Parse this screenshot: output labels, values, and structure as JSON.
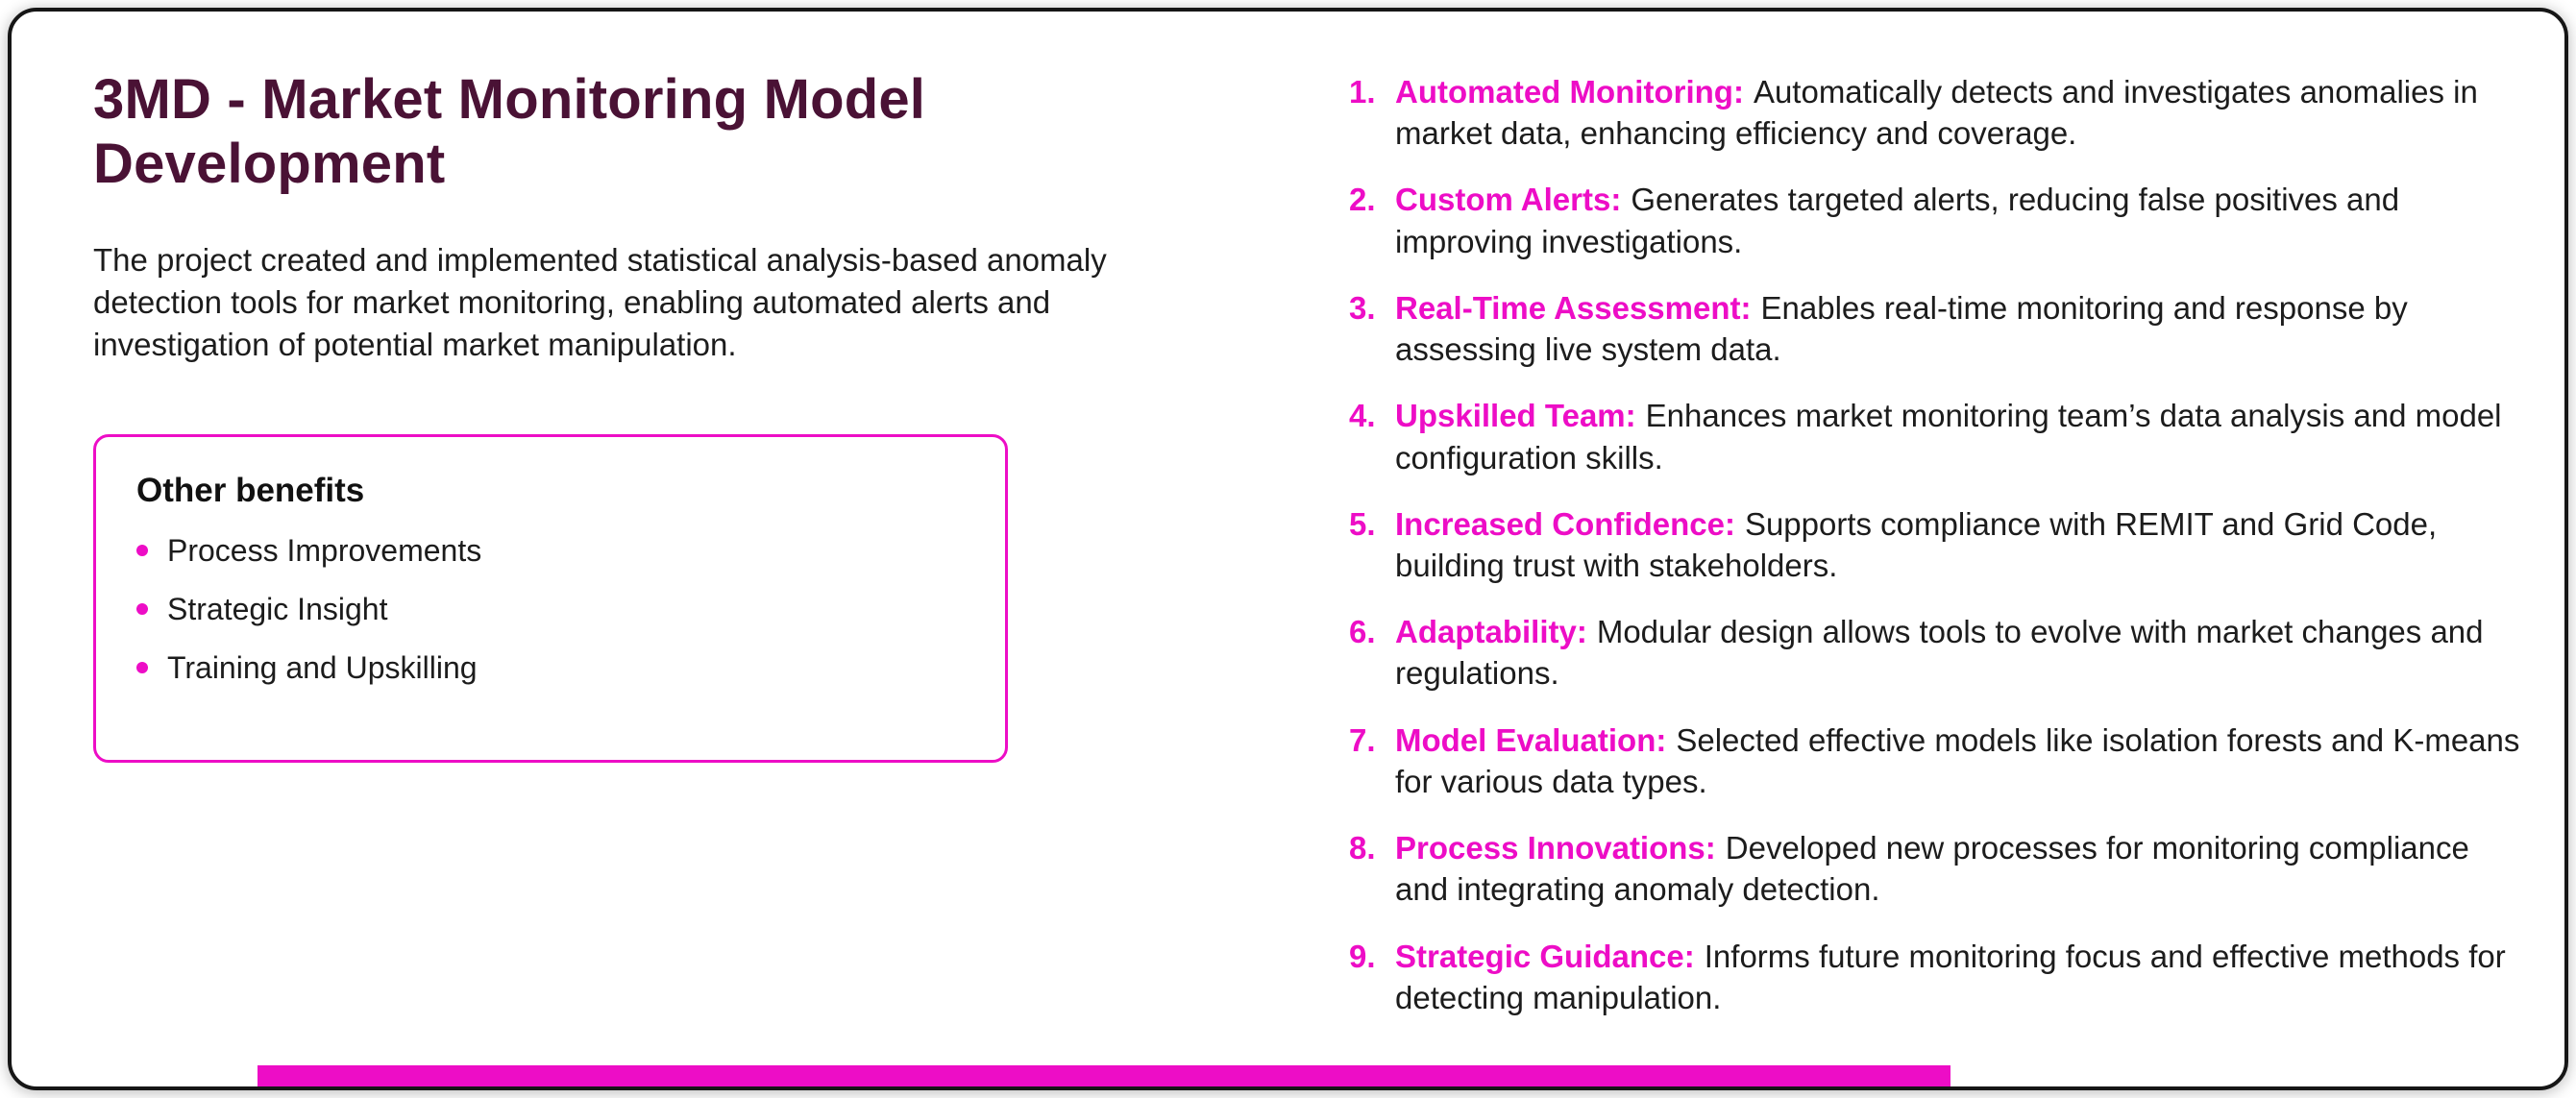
{
  "slide": {
    "title": "3MD - Market Monitoring Model Development",
    "intro": "The project created and implemented statistical analysis-based anomaly detection tools for market monitoring, enabling automated alerts and investigation of potential market manipulation.",
    "benefits_box": {
      "heading": "Other benefits",
      "items": [
        "Process Improvements",
        "Strategic Insight",
        "Training and Upskilling"
      ]
    },
    "numbered_list": [
      {
        "num": "1.",
        "label": "Automated Monitoring:",
        "text": "Automatically detects and investigates anomalies in market data, enhancing efficiency and coverage."
      },
      {
        "num": "2.",
        "label": "Custom Alerts:",
        "text": "Generates targeted alerts, reducing false positives and improving investigations."
      },
      {
        "num": "3.",
        "label": "Real-Time Assessment:",
        "text": "Enables real-time monitoring and response by assessing live system data."
      },
      {
        "num": "4.",
        "label": "Upskilled Team:",
        "text": "Enhances market monitoring team’s data analysis and model configuration skills."
      },
      {
        "num": "5.",
        "label": "Increased Confidence:",
        "text": "Supports compliance with REMIT and Grid Code, building trust with stakeholders."
      },
      {
        "num": "6.",
        "label": "Adaptability:",
        "text": "Modular design allows tools to evolve with market changes and regulations."
      },
      {
        "num": "7.",
        "label": "Model Evaluation:",
        "text": "Selected effective models like isolation forests and K-means for various data types."
      },
      {
        "num": "8.",
        "label": "Process Innovations:",
        "text": "Developed new processes for monitoring compliance and integrating anomaly detection."
      },
      {
        "num": "9.",
        "label": "Strategic Guidance:",
        "text": "Informs future monitoring focus and effective methods for detecting manipulation."
      }
    ],
    "colors": {
      "accent": "#ED0DC6",
      "title": "#4A1235",
      "body": "#1C1C1C",
      "frame": "#161616"
    }
  }
}
